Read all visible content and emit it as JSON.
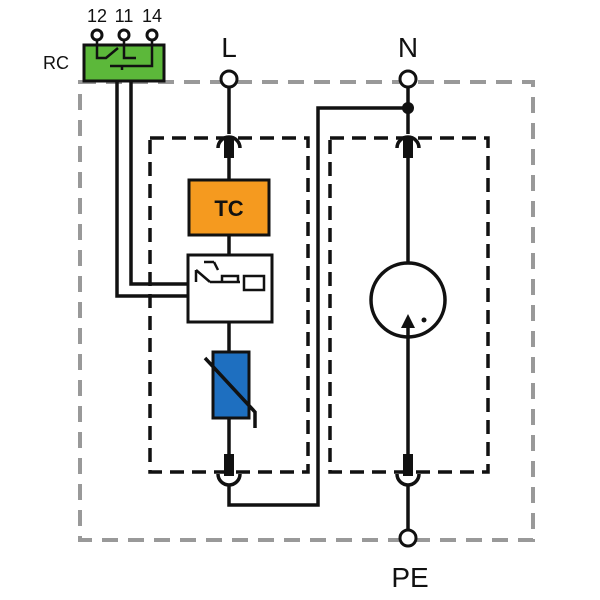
{
  "terminals": {
    "rc_pins": [
      "12",
      "11",
      "14"
    ],
    "rc": "RC",
    "line": "L",
    "neutral": "N",
    "protective_earth": "PE"
  },
  "components": {
    "thermal_cutout": "TC"
  },
  "colors": {
    "rc_block": "#5cb83a",
    "thermal_cutout": "#f59a1f",
    "varistor": "#1e6fc0",
    "outer_enclosure": "#999999",
    "wire": "#111111"
  }
}
